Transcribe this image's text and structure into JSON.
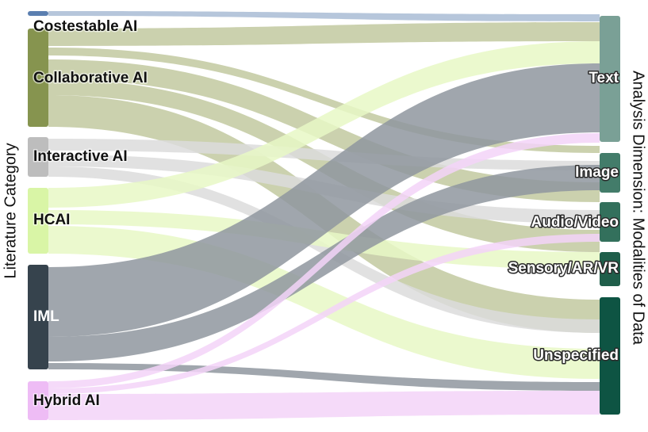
{
  "axes": {
    "left_title": "Literature Category",
    "right_title": "Analysis Dimension: Modalities of Data"
  },
  "sources": [
    {
      "id": "top",
      "label": "",
      "color": "#5b7fb0"
    },
    {
      "id": "contestable",
      "label": "Costestable AI",
      "color": "#86944f"
    },
    {
      "id": "collaborative",
      "label": "Collaborative AI",
      "color": "#86944f"
    },
    {
      "id": "interactive",
      "label": "Interactive AI",
      "color": "#bdbdbd"
    },
    {
      "id": "hcai",
      "label": "HCAI",
      "color": "#d9f5a6"
    },
    {
      "id": "iml",
      "label": "IML",
      "color": "#36434d"
    },
    {
      "id": "hybrid",
      "label": "Hybrid AI",
      "color": "#eebcf5"
    }
  ],
  "targets": [
    {
      "id": "text",
      "label": "Text",
      "color": "#7aa096"
    },
    {
      "id": "image",
      "label": "Image",
      "color": "#437c6a"
    },
    {
      "id": "audio",
      "label": "Audio/Video",
      "color": "#33705c"
    },
    {
      "id": "sensory",
      "label": "Sensory/AR/VR",
      "color": "#1f5e4a"
    },
    {
      "id": "unspecified",
      "label": "Unspecified",
      "color": "#0e5443"
    }
  ],
  "links": [
    {
      "source": "top",
      "target": "text",
      "color": "#a9bcd5"
    },
    {
      "source": "contestable",
      "target": "text",
      "color": "#c2c9a0"
    },
    {
      "source": "collaborative",
      "target": "image",
      "color": "#c2c9a0"
    },
    {
      "source": "collaborative",
      "target": "audio",
      "color": "#c2c9a0"
    },
    {
      "source": "collaborative",
      "target": "sensory",
      "color": "#c2c9a0"
    },
    {
      "source": "collaborative",
      "target": "unspecified",
      "color": "#c2c9a0"
    },
    {
      "source": "interactive",
      "target": "image",
      "color": "#dcdcdc"
    },
    {
      "source": "interactive",
      "target": "audio",
      "color": "#dcdcdc"
    },
    {
      "source": "interactive",
      "target": "unspecified",
      "color": "#dcdcdc"
    },
    {
      "source": "hcai",
      "target": "text",
      "color": "#e7f8c5"
    },
    {
      "source": "hcai",
      "target": "sensory",
      "color": "#e7f8c5"
    },
    {
      "source": "hcai",
      "target": "unspecified",
      "color": "#e7f8c5"
    },
    {
      "source": "iml",
      "target": "text",
      "color": "#8f979f"
    },
    {
      "source": "iml",
      "target": "image",
      "color": "#8f979f"
    },
    {
      "source": "iml",
      "target": "unspecified",
      "color": "#8f979f"
    },
    {
      "source": "hybrid",
      "target": "text",
      "color": "#f3d4f8"
    },
    {
      "source": "hybrid",
      "target": "audio",
      "color": "#f3d4f8"
    },
    {
      "source": "hybrid",
      "target": "unspecified",
      "color": "#f3d4f8"
    }
  ]
}
